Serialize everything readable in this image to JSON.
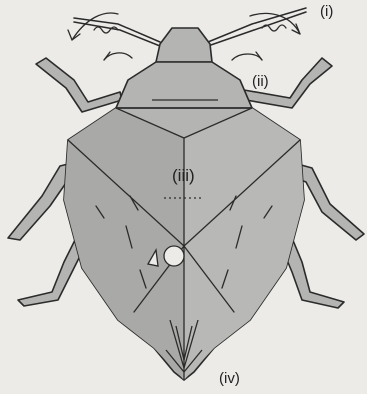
{
  "diagram": {
    "subject": "origami beetle folding diagram",
    "colors": {
      "paper": "#ecebe8",
      "fill": "#b4b4b2",
      "fill_dark": "#9d9d9b",
      "line": "#2b2b2b"
    }
  },
  "labels": {
    "i": "(i)",
    "ii": "(ii)",
    "iii": "(iii)",
    "iv": "(iv)"
  }
}
